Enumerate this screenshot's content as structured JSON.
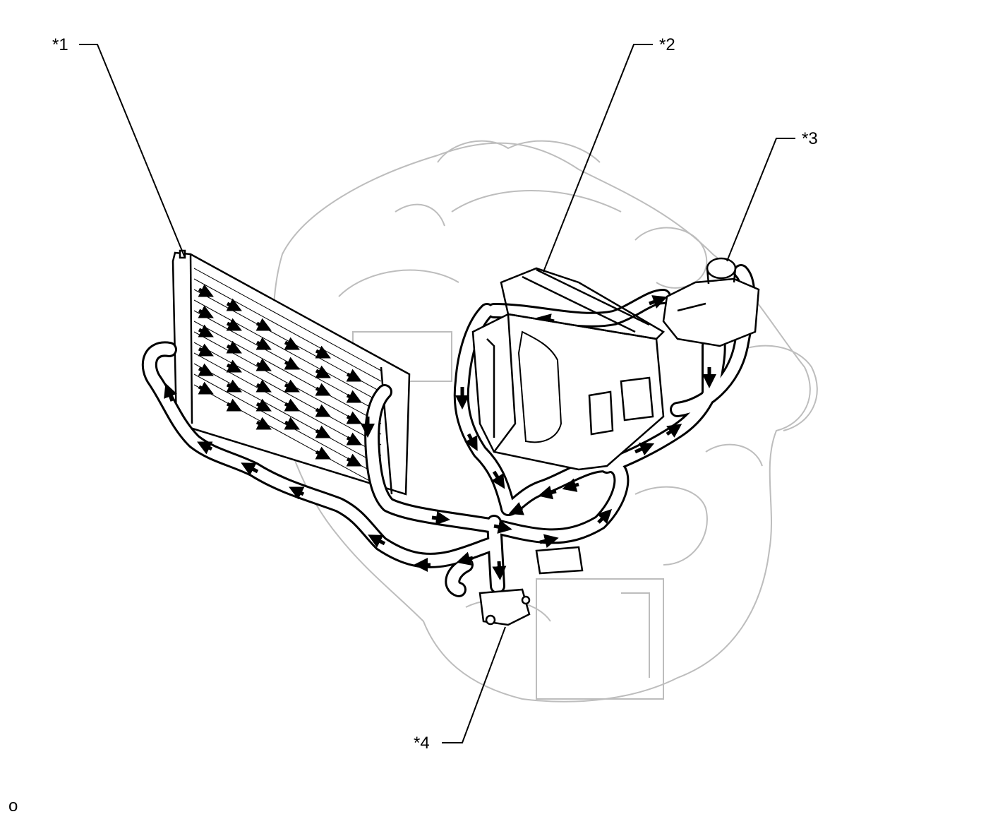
{
  "callouts": {
    "c1": "*1",
    "c2": "*2",
    "c3": "*3",
    "c4": "*4"
  },
  "footnote": "o",
  "colors": {
    "line": "#000000",
    "background": "#ffffff",
    "engine_outline": "#bdbdbd"
  }
}
